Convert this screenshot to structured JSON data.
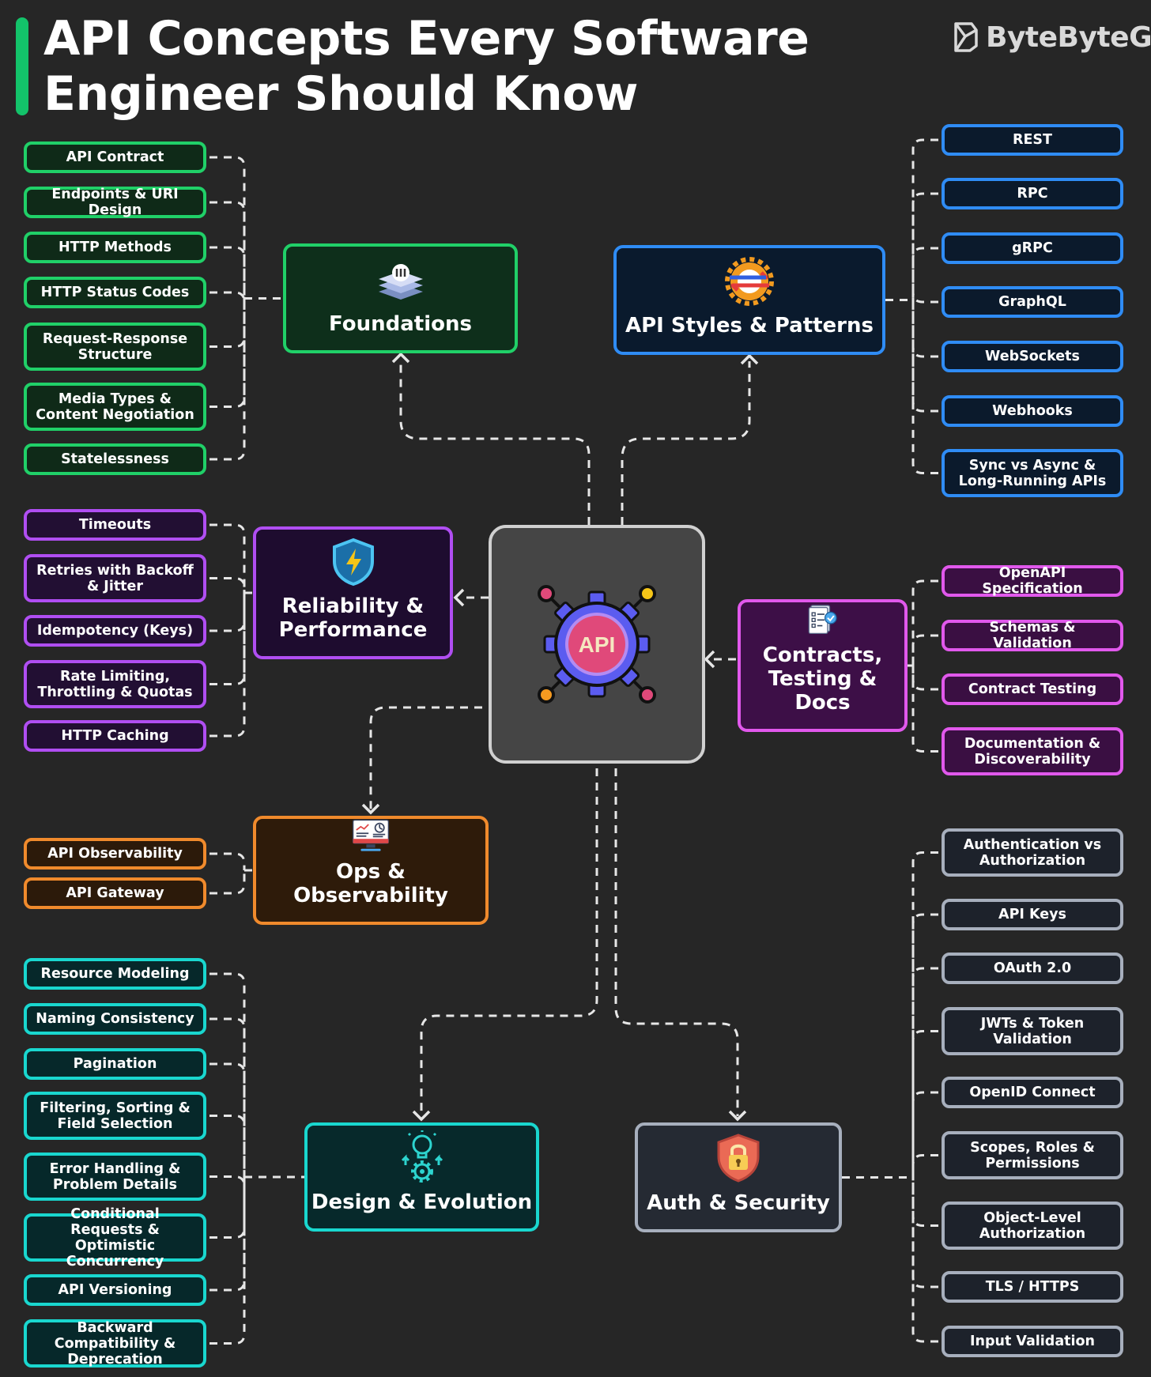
{
  "header": {
    "title": "API Concepts Every Software\nEngineer Should Know",
    "brand": "ByteByteGo"
  },
  "center": {
    "label": "API"
  },
  "colors": {
    "green": "#20d068",
    "blue": "#2f8cf5",
    "purple": "#b04ef2",
    "magenta": "#e158ec",
    "orange": "#f08a2c",
    "teal": "#19d7cf",
    "gray": "#a7afbd",
    "connector": "#e6e6e6"
  },
  "categories": {
    "foundations": {
      "label": "Foundations",
      "icon": "layers-icon",
      "items": [
        "API Contract",
        "Endpoints & URI Design",
        "HTTP Methods",
        "HTTP Status Codes",
        "Request-Response Structure",
        "Media Types & Content Negotiation",
        "Statelessness"
      ]
    },
    "styles": {
      "label": "API Styles & Patterns",
      "icon": "gear-arrows-icon",
      "items": [
        "REST",
        "RPC",
        "gRPC",
        "GraphQL",
        "WebSockets",
        "Webhooks",
        "Sync vs Async & Long-Running APIs"
      ]
    },
    "reliability": {
      "label": "Reliability & Performance",
      "icon": "shield-bolt-icon",
      "items": [
        "Timeouts",
        "Retries with Backoff & Jitter",
        "Idempotency (Keys)",
        "Rate Limiting, Throttling & Quotas",
        "HTTP Caching"
      ]
    },
    "contracts": {
      "label": "Contracts, Testing & Docs",
      "icon": "document-check-icon",
      "items": [
        "OpenAPI Specification",
        "Schemas & Validation",
        "Contract Testing",
        "Documentation & Discoverability"
      ]
    },
    "ops": {
      "label": "Ops & Observability",
      "icon": "monitor-dashboard-icon",
      "items": [
        "API Observability",
        "API Gateway"
      ]
    },
    "design": {
      "label": "Design & Evolution",
      "icon": "bulb-gears-icon",
      "items": [
        "Resource Modeling",
        "Naming Consistency",
        "Pagination",
        "Filtering, Sorting & Field Selection",
        "Error Handling & Problem Details",
        "Conditional Requests & Optimistic Concurrency",
        "API Versioning",
        "Backward Compatibility & Deprecation"
      ]
    },
    "auth": {
      "label": "Auth & Security",
      "icon": "shield-lock-icon",
      "items": [
        "Authentication vs Authorization",
        "API Keys",
        "OAuth 2.0",
        "JWTs & Token Validation",
        "OpenID Connect",
        "Scopes, Roles & Permissions",
        "Object-Level Authorization",
        "TLS / HTTPS",
        "Input Validation"
      ]
    }
  }
}
